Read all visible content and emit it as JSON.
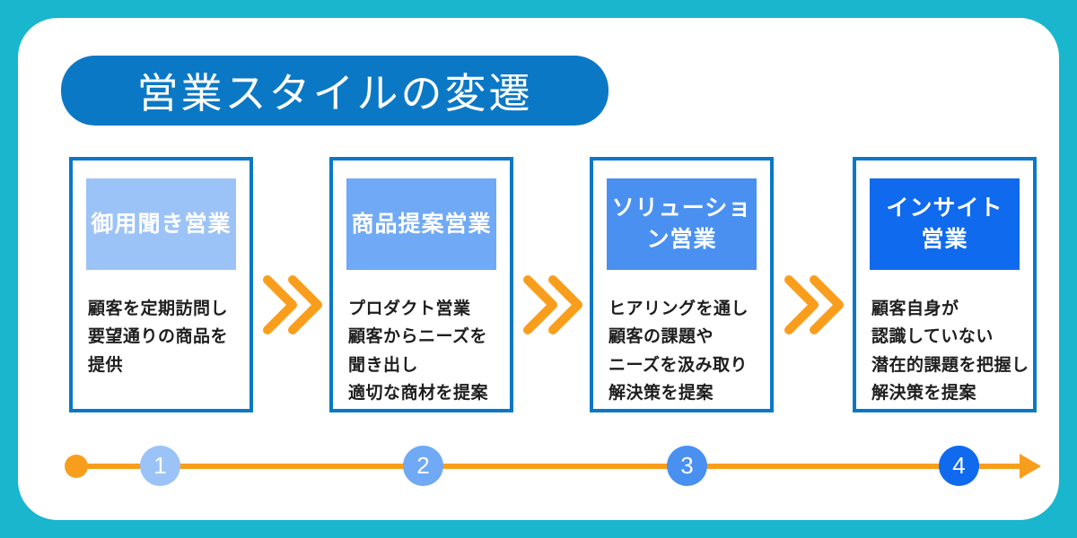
{
  "title": "営業スタイルの変遷",
  "colors": {
    "background": "#19b6ce",
    "card": "#ffffff",
    "primary": "#0b78c6",
    "accent_orange": "#f99e1c",
    "body_text": "#1e1e1e",
    "header_text": "#ffffff"
  },
  "stages": [
    {
      "number": "1",
      "name": "御用聞き営業",
      "description": "顧客を定期訪問し\n要望通りの商品を\n提供",
      "color": "#9cc3f7"
    },
    {
      "number": "2",
      "name": "商品提案営業",
      "description": "プロダクト営業\n顧客からニーズを\n聞き出し\n適切な商材を提案",
      "color": "#70a9f5"
    },
    {
      "number": "3",
      "name": "ソリューショ\nン営業",
      "description": "ヒアリングを通し\n顧客の課題や\nニーズを汲み取り\n解決策を提案",
      "color": "#4a90f0"
    },
    {
      "number": "4",
      "name": "インサイト\n営業",
      "description": "顧客自身が\n認識していない\n潜在的課題を把握し\n解決策を提案",
      "color": "#0f6aee"
    }
  ]
}
